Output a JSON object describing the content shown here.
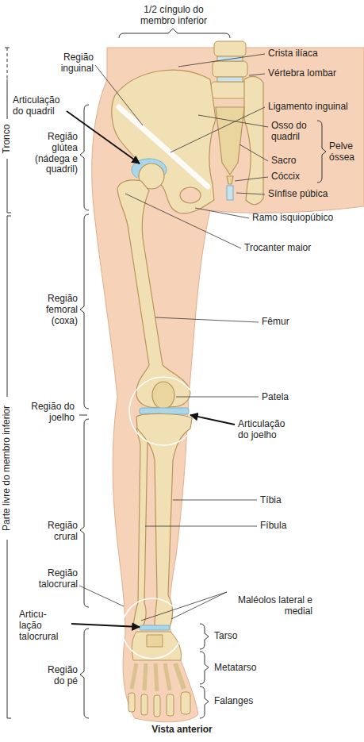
{
  "diagram": {
    "caption": "Vista anterior",
    "labels": [
      "1/2 cíngulo do membro inferior",
      "Tronco",
      "Região inguinal",
      "Crista ilíaca",
      "Vértebra lombar",
      "Articulação do quadril",
      "Ligamento inguinal",
      "Osso do quadril",
      "Pelve óssea",
      "Região glútea (nádega e quadril)",
      "Sacro",
      "Cóccix",
      "Sínfise púbica",
      "Ramo isquiopúbico",
      "Trocanter maior",
      "Região femoral (coxa)",
      "Fêmur",
      "Parte livre do membro inferior",
      "Patela",
      "Região do joelho",
      "Articulação do joelho",
      "Tíbia",
      "Fíbula",
      "Região crural",
      "Região talocrural",
      "Maléolos lateral e medial",
      "Articu- lação talocrural",
      "Tarso",
      "Região do pé",
      "Metatarso",
      "Falanges"
    ]
  }
}
